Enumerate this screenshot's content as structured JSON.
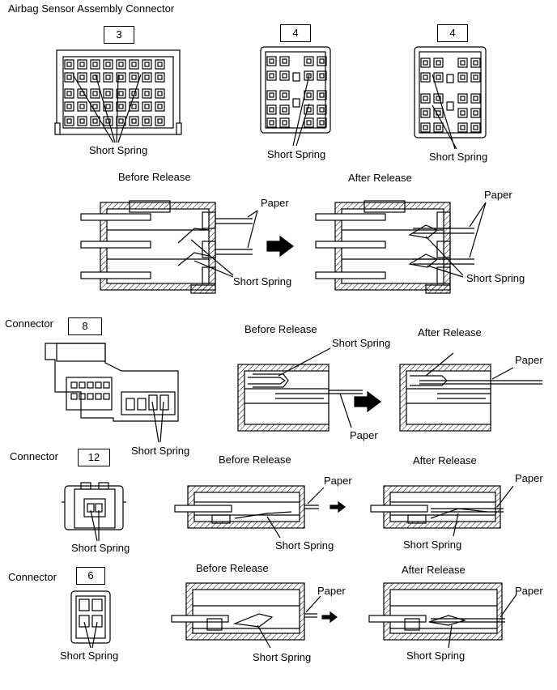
{
  "title": "Airbag Sensor Assembly Connector",
  "labels": {
    "short_spring": "Short Spring",
    "paper": "Paper",
    "before_release": "Before Release",
    "after_release": "After Release",
    "connector": "Connector"
  },
  "connector_numbers": {
    "c3": "3",
    "c4a": "4",
    "c4b": "4",
    "c8": "8",
    "c12": "12",
    "c6": "6"
  }
}
